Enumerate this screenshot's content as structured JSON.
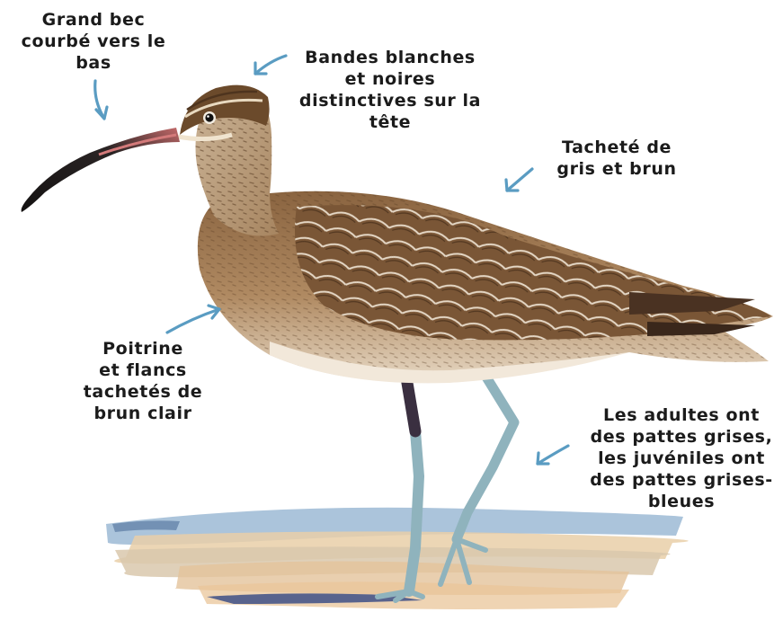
{
  "annotations": {
    "beak": "Grand bec\ncourbé vers le\nbas",
    "head": "Bandes blanches\net noires\ndistinctives sur la\ntête",
    "back": "Tacheté de\ngris et brun",
    "chest": "Poitrine\net flancs\ntachetés de\nbrun clair",
    "legs": "Les adultes ont\ndes pattes grises,\nles juvéniles ont\ndes pattes grises-\nbleues"
  },
  "colors": {
    "arrow": "#5a9cc2",
    "text": "#1b1b1b",
    "plumage_dark": "#6b4a2b",
    "plumage_light": "#d8c2a2",
    "legs": "#8fb3bd"
  },
  "icons": {
    "arrows": "arrow-icon",
    "bird": "curlew-illustration"
  }
}
